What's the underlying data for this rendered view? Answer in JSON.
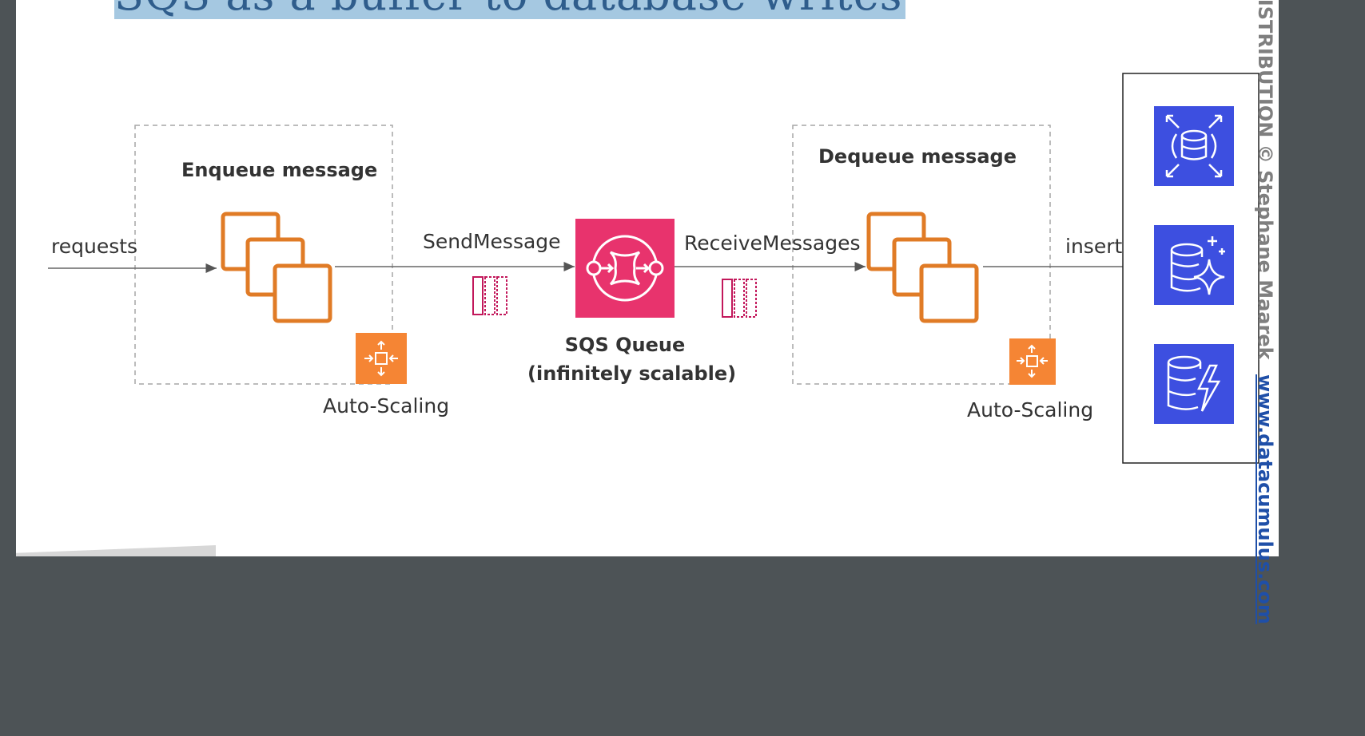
{
  "slide": {
    "title": "SQS as a buffer to database writes"
  },
  "diagram": {
    "producer_group": {
      "label": "Enqueue message",
      "autoscaling_label": "Auto-Scaling"
    },
    "consumer_group": {
      "label": "Dequeue message",
      "autoscaling_label": "Auto-Scaling"
    },
    "queue": {
      "label_line1": "SQS Queue",
      "label_line2": "(infinitely scalable)"
    },
    "edges": {
      "requests": "requests",
      "send": "SendMessage",
      "receive": "ReceiveMessages",
      "insert": "insert"
    },
    "icons": {
      "producer_instances": "ec2-instances-icon",
      "producer_autoscaling": "autoscaling-icon",
      "queue": "sqs-queue-icon",
      "consumer_instances": "ec2-instances-icon",
      "consumer_autoscaling": "autoscaling-icon",
      "db1": "rds-icon",
      "db2": "aurora-icon",
      "db3": "dynamodb-icon"
    },
    "colors": {
      "ec2_orange": "#e07b26",
      "autoscaling_orange": "#f58534",
      "sqs_pink": "#e8336d",
      "message_pink": "#c2185b",
      "db_blue": "#3d4fe0",
      "arrow_gray": "#666666",
      "title_band": "#a5c8e1"
    }
  },
  "watermark": {
    "text": "NOT FOR DISTRIBUTION © Stephane Maarek",
    "link": "www.datacumulus.com"
  }
}
